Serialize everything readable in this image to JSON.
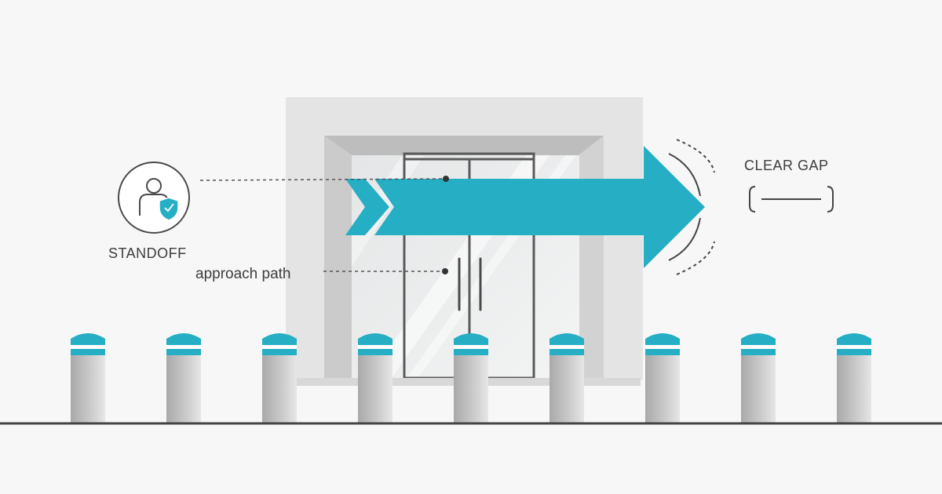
{
  "labels": {
    "standoff": "STANDOFF",
    "approach_path": "approach path",
    "clear_gap": "CLEAR GAP"
  },
  "icons": {
    "standoff_badge": "person-shield-icon",
    "clear_gap_marker": "bracket-gap-icon"
  },
  "bollard_count": 9,
  "colors": {
    "accent": "#25aec4",
    "building": "#e4e4e4",
    "frame": "#c6c6c6",
    "bollard": "#c4c4c4",
    "ground": "#444444",
    "text": "#3d3d3d"
  }
}
